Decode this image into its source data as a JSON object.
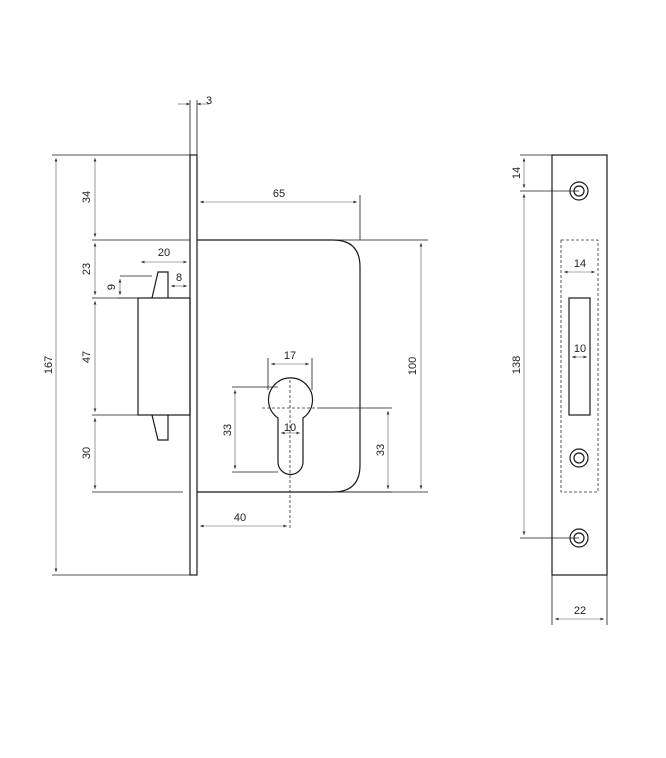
{
  "drawing": {
    "front_view": {
      "faceplate_thickness": "3",
      "total_height": "167",
      "top_to_bolt_body": "34",
      "latch_zone": "23",
      "latch_offset": "9",
      "latch_width": "20",
      "latch_gap": "8",
      "bolt_zone": "47",
      "bottom_zone": "30",
      "backset": "65",
      "body_height": "100",
      "cylinder_width": "17",
      "cylinder_height": "33",
      "cylinder_slot": "10",
      "cylinder_to_bottom": "33",
      "cylinder_center": "40"
    },
    "side_view": {
      "top_hole": "14",
      "hole_spacing": "138",
      "slot_outer": "14",
      "slot_inner": "10",
      "width": "22"
    }
  }
}
